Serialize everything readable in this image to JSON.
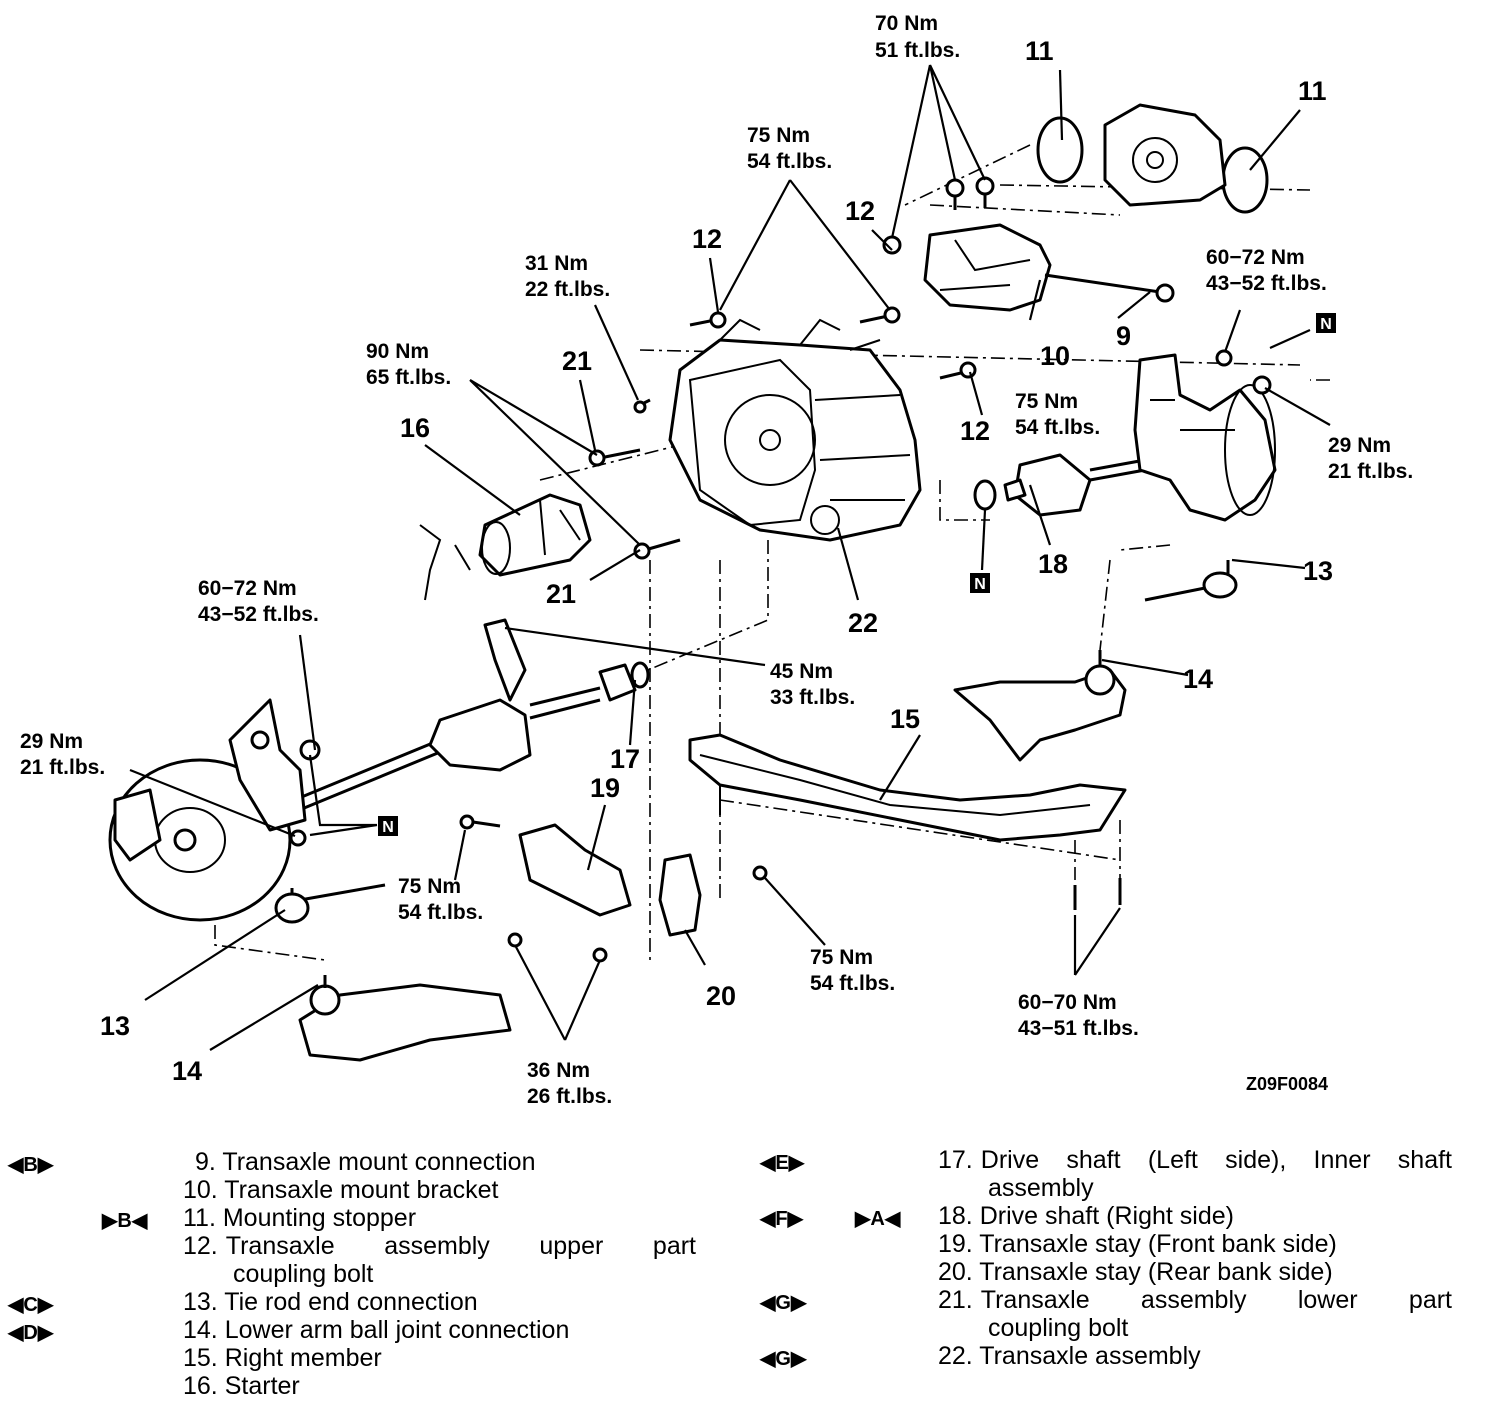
{
  "callouts": {
    "n9": "9",
    "n10": "10",
    "n11a": "11",
    "n11b": "11",
    "n12a": "12",
    "n12b": "12",
    "n12c": "12",
    "n13a": "13",
    "n13b": "13",
    "n14a": "14",
    "n14b": "14",
    "n15": "15",
    "n16": "16",
    "n17": "17",
    "n18": "18",
    "n19": "19",
    "n20": "20",
    "n21a": "21",
    "n21b": "21",
    "n22": "22"
  },
  "torques": {
    "t70": [
      "70 Nm",
      "51 ft.lbs."
    ],
    "t75top": [
      "75 Nm",
      "54 ft.lbs."
    ],
    "t31": [
      "31 Nm",
      "22 ft.lbs."
    ],
    "t90": [
      "90 Nm",
      "65 ft.lbs."
    ],
    "t60r": [
      "60−72 Nm",
      "43−52 ft.lbs."
    ],
    "t75mid": [
      "75 Nm",
      "54 ft.lbs."
    ],
    "t29r": [
      "29 Nm",
      "21 ft.lbs."
    ],
    "t60l": [
      "60−72 Nm",
      "43−52 ft.lbs."
    ],
    "t45": [
      "45 Nm",
      "33 ft.lbs."
    ],
    "t29l": [
      "29 Nm",
      "21 ft.lbs."
    ],
    "t75l": [
      "75 Nm",
      "54 ft.lbs."
    ],
    "t75r": [
      "75 Nm",
      "54 ft.lbs."
    ],
    "t6070": [
      "60−70 Nm",
      "43−51 ft.lbs."
    ],
    "t36": [
      "36 Nm",
      "26 ft.lbs."
    ]
  },
  "nut_marker": "N",
  "figure_code": "Z09F0084",
  "legend": {
    "left": [
      {
        "ref": "◀B▶",
        "num": "9.",
        "text": "Transaxle mount connection"
      },
      {
        "ref": "",
        "num": "10.",
        "text": "Transaxle mount bracket"
      },
      {
        "ref": "▶B◀",
        "num": "11.",
        "text": "Mounting stopper"
      },
      {
        "ref": "",
        "num": "12.",
        "text": "Transaxle assembly upper part",
        "cont": "coupling bolt"
      },
      {
        "ref": "◀C▶",
        "num": "13.",
        "text": "Tie rod end connection"
      },
      {
        "ref": "◀D▶",
        "num": "14.",
        "text": "Lower arm ball joint connection"
      },
      {
        "ref": "",
        "num": "15.",
        "text": "Right member"
      },
      {
        "ref": "",
        "num": "16.",
        "text": "Starter"
      }
    ],
    "right": [
      {
        "ref": "◀E▶",
        "num": "17.",
        "text": "Drive shaft (Left side), Inner shaft",
        "cont": "assembly"
      },
      {
        "ref": "◀F▶",
        "ref2": "▶A◀",
        "num": "18.",
        "text": "Drive shaft (Right side)"
      },
      {
        "ref": "",
        "num": "19.",
        "text": "Transaxle stay (Front bank side)"
      },
      {
        "ref": "",
        "num": "20.",
        "text": "Transaxle stay (Rear bank side)"
      },
      {
        "ref": "◀G▶",
        "num": "21.",
        "text": "Transaxle assembly lower part",
        "cont": "coupling bolt"
      },
      {
        "ref": "◀G▶",
        "num": "22.",
        "text": "Transaxle assembly"
      }
    ]
  }
}
